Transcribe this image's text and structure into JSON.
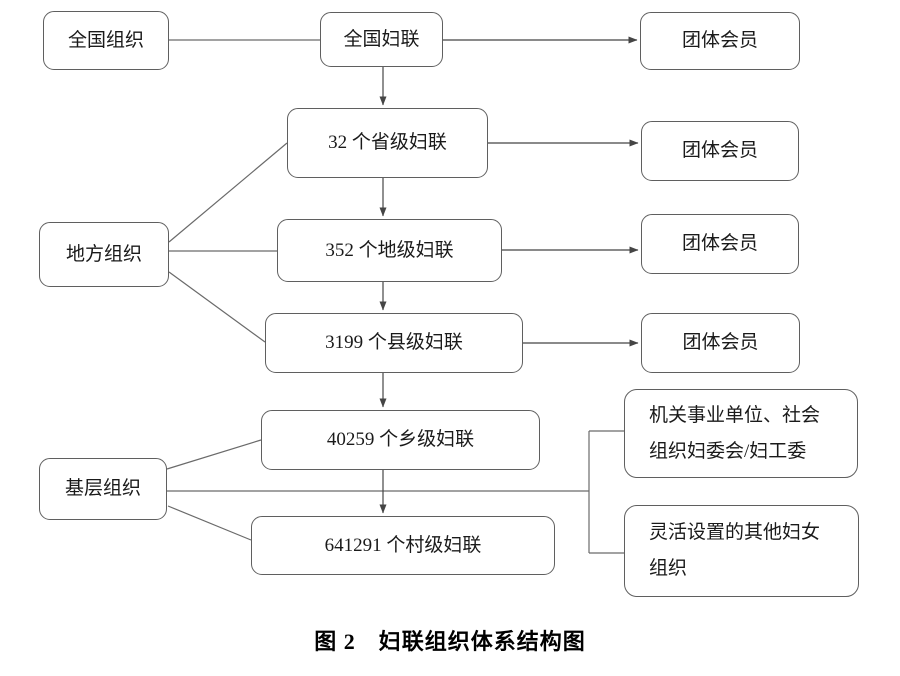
{
  "figure_caption": "图 2　妇联组织体系结构图",
  "nodes": {
    "national_org": {
      "label": "全国组织"
    },
    "national_fed": {
      "label": "全国妇联"
    },
    "group_member_1": {
      "label": "团体会员"
    },
    "provincial": {
      "label": "32 个省级妇联"
    },
    "group_member_2": {
      "label": "团体会员"
    },
    "prefecture": {
      "label": "352 个地级妇联"
    },
    "group_member_3": {
      "label": "团体会员"
    },
    "county": {
      "label": "3199 个县级妇联"
    },
    "group_member_4": {
      "label": "团体会员"
    },
    "township": {
      "label": "40259 个乡级妇联"
    },
    "village": {
      "label": "641291 个村级妇联"
    },
    "local_org": {
      "label": "地方组织"
    },
    "grassroots_org": {
      "label": "基层组织"
    },
    "org_committee": {
      "label": "机关事业单位、社会组织妇委会/妇工委"
    },
    "flexible_org": {
      "label": "灵活设置的其他妇女组织"
    }
  },
  "colors": {
    "background": "#ffffff",
    "box_border": "#5f5f5f",
    "connector": "#454545",
    "text": "#1a1a1a",
    "caption_text": "#000000"
  }
}
